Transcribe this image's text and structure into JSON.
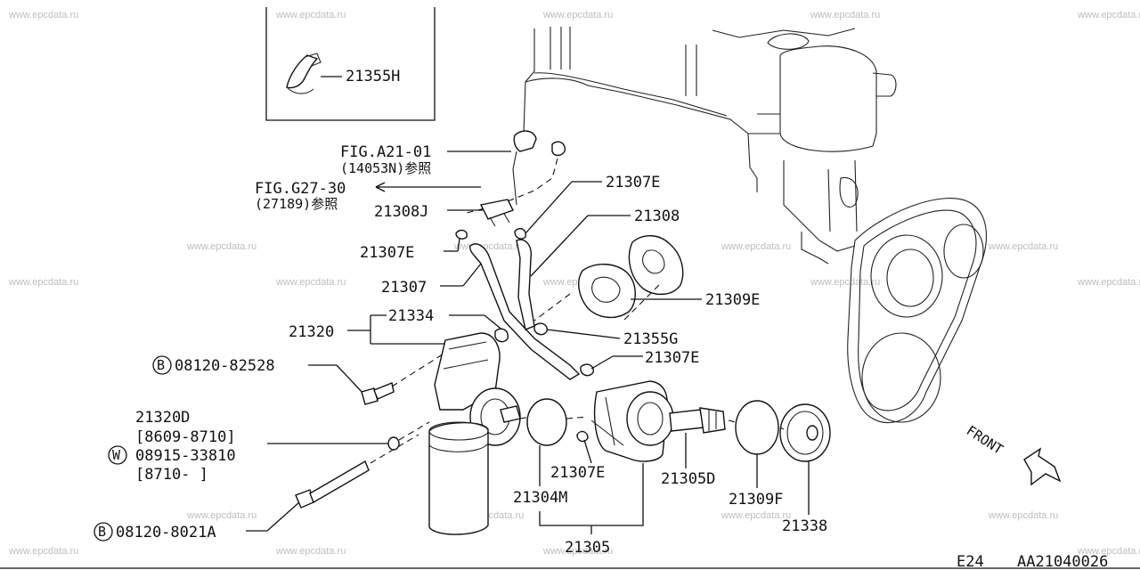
{
  "watermarks": [
    "www.epcdata.ru",
    "www.epcdata.ru",
    "www.epcdata.ru",
    "www.epcdata.ru",
    "www.epcdata.ru",
    "www.epcdata.ru",
    "www.epcdata.ru",
    "www.epcdata.ru",
    "www.epcdata.ru",
    "www.epcdata.ru",
    "www.epcdata.ru",
    "www.epcdata.ru",
    "www.epcdata.ru",
    "www.epcdata.ru",
    "www.epcdata.ru",
    "www.epcdata.ru",
    "www.epcdata.ru",
    "www.epcdata.ru",
    "www.epcdata.ru",
    "www.epcdata.ru",
    "www.epcdata.ru",
    "www.epcdata.ru"
  ],
  "inset": {
    "part": "21355H"
  },
  "refs": {
    "fig_a21": "FIG.A21-01",
    "fig_a21_sub": "(14053N)参照",
    "fig_g27": "FIG.G27-30",
    "fig_g27_sub": "(27189)参照"
  },
  "parts": {
    "p21307E_a": "21307E",
    "p21308J": "21308J",
    "p21308": "21308",
    "p21307E_b": "21307E",
    "p21307": "21307",
    "p21309E": "21309E",
    "p21320": "21320",
    "p21334": "21334",
    "p21355G": "21355G",
    "p21307E_c": "21307E",
    "p21320D": "21320D",
    "p21320D_range": "[8609-8710]",
    "washer_code": "08915-33810",
    "washer_range": "[8710-      ]",
    "p21307E_d": "21307E",
    "p21304M": "21304M",
    "p21305D": "21305D",
    "p21309F": "21309F",
    "p21338": "21338",
    "p21305": "21305"
  },
  "bolts": {
    "b1_marker": "B",
    "b1_code": "08120-82528",
    "w_marker": "W",
    "b2_marker": "B",
    "b2_code": "08120-8021A"
  },
  "front_label": "FRONT",
  "footer": {
    "section": "E24",
    "code": "AA21040026"
  }
}
